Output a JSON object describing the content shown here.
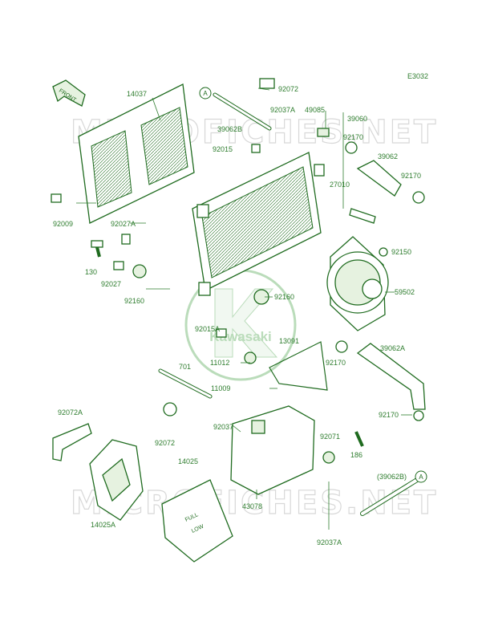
{
  "diagram": {
    "code": "E3032",
    "watermark": "MICROFICHES.NET",
    "brand_logo_text": "Kawasaki",
    "front_arrow": "FRONT",
    "ref_marker": "A",
    "level_marks": {
      "full": "FULL",
      "low": "LOW"
    },
    "labels": [
      "14037",
      "92072",
      "92037A",
      "49085",
      "39060",
      "39062B",
      "92015",
      "92170",
      "39062",
      "92170",
      "27010",
      "92009",
      "92027A",
      "130",
      "92027",
      "92160",
      "92150",
      "92160",
      "59502",
      "92015A",
      "13091",
      "92170",
      "39062A",
      "11012",
      "701",
      "11009",
      "92072A",
      "92037",
      "92072",
      "92071",
      "92170",
      "186",
      "14025",
      "14025A",
      "43078",
      "(39062B)",
      "92037A"
    ]
  }
}
